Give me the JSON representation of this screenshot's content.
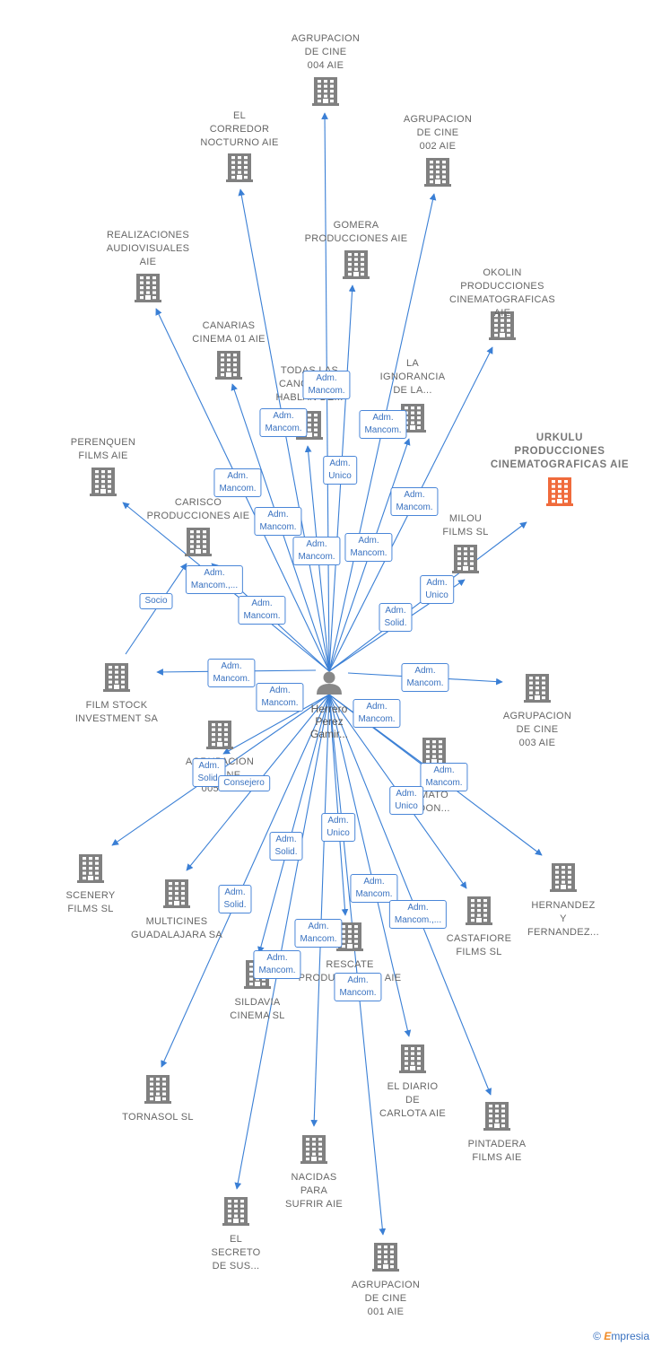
{
  "colors": {
    "edge": "#3a7fd5",
    "building": "#808080",
    "highlight": "#f06b3c",
    "person": "#888888"
  },
  "person": {
    "icon": "person-icon",
    "label": [
      "Herrero",
      "Perez",
      "Gamir..."
    ]
  },
  "nodes": [
    {
      "id": "agr004",
      "label": [
        "AGRUPACION",
        "DE CINE",
        "004 AIE"
      ]
    },
    {
      "id": "corredor",
      "label": [
        "EL",
        "CORREDOR",
        "NOCTURNO AIE"
      ]
    },
    {
      "id": "agr002",
      "label": [
        "AGRUPACION",
        "DE CINE",
        "002 AIE"
      ]
    },
    {
      "id": "gomera",
      "label": [
        "GOMERA",
        "PRODUCCIONES AIE"
      ]
    },
    {
      "id": "realiz",
      "label": [
        "REALIZACIONES",
        "AUDIOVISUALES",
        "AIE"
      ]
    },
    {
      "id": "okolin",
      "label": [
        "OKOLIN",
        "PRODUCCIONES",
        "CINEMATOGRAFICAS AIE"
      ]
    },
    {
      "id": "canarias",
      "label": [
        "CANARIAS",
        "CINEMA 01 AIE"
      ]
    },
    {
      "id": "todas",
      "label": [
        "TODAS LAS",
        "CANCIONES",
        "HABLAN DE..."
      ]
    },
    {
      "id": "ignorancia",
      "label": [
        "LA",
        "IGNORANCIA",
        "DE LA..."
      ]
    },
    {
      "id": "urkulu",
      "label": [
        "URKULU",
        "PRODUCCIONES",
        "CINEMATOGRAFICAS AIE"
      ],
      "highlight": true
    },
    {
      "id": "perenquen",
      "label": [
        "PERENQUEN",
        "FILMS AIE"
      ]
    },
    {
      "id": "carisco",
      "label": [
        "CARISCO",
        "PRODUCCIONES AIE"
      ]
    },
    {
      "id": "milou",
      "label": [
        "MILOU",
        "FILMS SL"
      ]
    },
    {
      "id": "filmstock",
      "label": [
        "FILM STOCK",
        "INVESTMENT SA"
      ]
    },
    {
      "id": "agr003",
      "label": [
        "AGRUPACION",
        "DE CINE",
        "003 AIE"
      ]
    },
    {
      "id": "agr005",
      "label": [
        "AGRUPACION",
        "DE CINE",
        "005 AIE"
      ]
    },
    {
      "id": "elmato",
      "label": [
        "EL",
        "MATO",
        "DON..."
      ]
    },
    {
      "id": "scenery",
      "label": [
        "SCENERY",
        "FILMS  SL"
      ]
    },
    {
      "id": "multicines",
      "label": [
        "MULTICINES",
        "GUADALAJARA SA"
      ]
    },
    {
      "id": "hernandez",
      "label": [
        "HERNANDEZ",
        "Y",
        "FERNANDEZ..."
      ]
    },
    {
      "id": "castafiore",
      "label": [
        "CASTAFIORE",
        "FILMS SL"
      ]
    },
    {
      "id": "rescate",
      "label": [
        "RESCATE",
        "PRODUCCIONES AIE"
      ]
    },
    {
      "id": "sildavia",
      "label": [
        "SILDAVIA",
        "CINEMA  SL"
      ]
    },
    {
      "id": "diario",
      "label": [
        "EL DIARIO",
        "DE",
        "CARLOTA AIE"
      ]
    },
    {
      "id": "tornasol",
      "label": [
        "TORNASOL  SL"
      ]
    },
    {
      "id": "pintadera",
      "label": [
        "PINTADERA",
        "FILMS AIE"
      ]
    },
    {
      "id": "nacidas",
      "label": [
        "NACIDAS",
        "PARA",
        "SUFRIR AIE"
      ]
    },
    {
      "id": "secreto",
      "label": [
        "EL",
        "SECRETO",
        "DE SUS..."
      ]
    },
    {
      "id": "agr001",
      "label": [
        "AGRUPACION",
        "DE CINE",
        "001 AIE"
      ]
    }
  ],
  "edges": [
    {
      "from": "person",
      "to": "agr004",
      "role": "Adm. Mancom."
    },
    {
      "from": "person",
      "to": "corredor",
      "role": "Adm. Mancom."
    },
    {
      "from": "person",
      "to": "agr002",
      "role": "Adm. Mancom."
    },
    {
      "from": "person",
      "to": "gomera",
      "role": "Adm. Unico"
    },
    {
      "from": "person",
      "to": "realiz",
      "role": "Adm. Mancom."
    },
    {
      "from": "person",
      "to": "okolin",
      "role": "Adm. Mancom."
    },
    {
      "from": "person",
      "to": "canarias",
      "role": "Adm. Mancom."
    },
    {
      "from": "person",
      "to": "todas",
      "role": "Adm. Mancom."
    },
    {
      "from": "person",
      "to": "ignorancia",
      "role": "Adm. Mancom."
    },
    {
      "from": "person",
      "to": "urkulu",
      "role": "Adm. Unico"
    },
    {
      "from": "person",
      "to": "perenquen",
      "role": "Adm. Mancom."
    },
    {
      "from": "person",
      "to": "carisco",
      "role": "Adm. Mancom.,..."
    },
    {
      "from": "person",
      "to": "milou",
      "role": "Adm. Solid."
    },
    {
      "from": "filmstock",
      "to": "carisco",
      "role": "Socio"
    },
    {
      "from": "person",
      "to": "filmstock",
      "role": "Adm. Mancom."
    },
    {
      "from": "person",
      "to": "agr003",
      "role": "Adm. Mancom."
    },
    {
      "from": "person",
      "to": "agr005",
      "role": "Adm. Mancom."
    },
    {
      "from": "person",
      "to": "elmato",
      "role": "Adm. Mancom."
    },
    {
      "from": "person",
      "to": "scenery",
      "role": "Adm. Solid."
    },
    {
      "from": "person",
      "to": "multicines",
      "role": "Consejero"
    },
    {
      "from": "person",
      "to": "hernandez",
      "role": "Adm. Mancom."
    },
    {
      "from": "person",
      "to": "castafiore",
      "role": "Adm. Unico"
    },
    {
      "from": "person",
      "to": "rescate",
      "role": "Adm. Unico"
    },
    {
      "from": "person",
      "to": "sildavia",
      "role": "Adm. Solid."
    },
    {
      "from": "person",
      "to": "diario",
      "role": "Adm. Mancom."
    },
    {
      "from": "person",
      "to": "tornasol",
      "role": "Adm. Solid."
    },
    {
      "from": "person",
      "to": "pintadera",
      "role": "Adm. Mancom.,..."
    },
    {
      "from": "person",
      "to": "nacidas",
      "role": "Adm. Mancom."
    },
    {
      "from": "person",
      "to": "secreto",
      "role": "Adm. Mancom."
    },
    {
      "from": "person",
      "to": "agr001",
      "role": "Adm. Mancom."
    }
  ],
  "brand": {
    "copyright": "©",
    "name_initial": "E",
    "name_rest": "mpresia"
  }
}
